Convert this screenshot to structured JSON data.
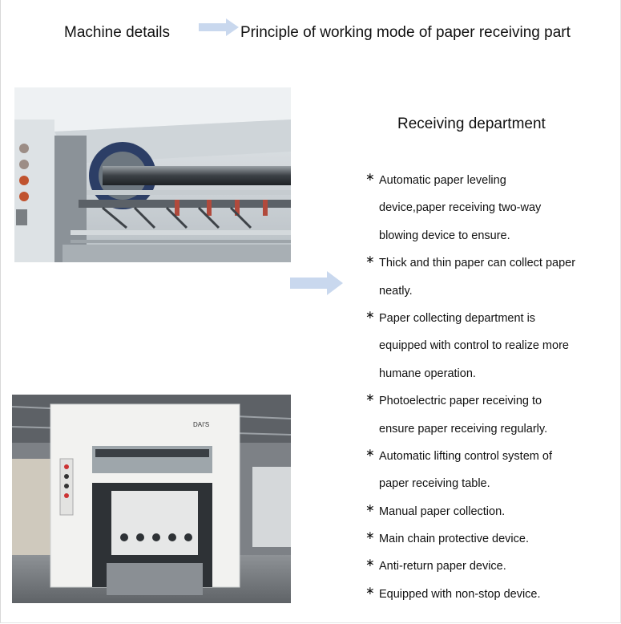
{
  "header": {
    "left_title": "Machine details",
    "right_title": "Principle of working mode of paper receiving part"
  },
  "section": {
    "title": "Receiving department"
  },
  "bullet_symbol": "∗",
  "features": [
    {
      "lines": [
        "Automatic paper leveling",
        "device,paper receiving two-way",
        "blowing device to ensure."
      ]
    },
    {
      "lines": [
        "Thick and thin paper can collect paper",
        "neatly."
      ]
    },
    {
      "lines": [
        "Paper collecting department is",
        "equipped with control to realize more",
        "humane operation."
      ]
    },
    {
      "lines": [
        "Photoelectric paper receiving to",
        "ensure paper receiving regularly."
      ]
    },
    {
      "lines": [
        "Automatic lifting control system of",
        "paper receiving table."
      ]
    },
    {
      "lines": [
        "Manual paper collection."
      ]
    },
    {
      "lines": [
        "Main chain protective device."
      ]
    },
    {
      "lines": [
        "Anti-return paper device."
      ]
    },
    {
      "lines": [
        "Equipped with non-stop device."
      ]
    }
  ],
  "machine_brand": "DAI'S",
  "colors": {
    "arrow": "#c9d8ee",
    "text": "#111111"
  },
  "icons": {
    "arrow": "right-arrow-icon"
  }
}
